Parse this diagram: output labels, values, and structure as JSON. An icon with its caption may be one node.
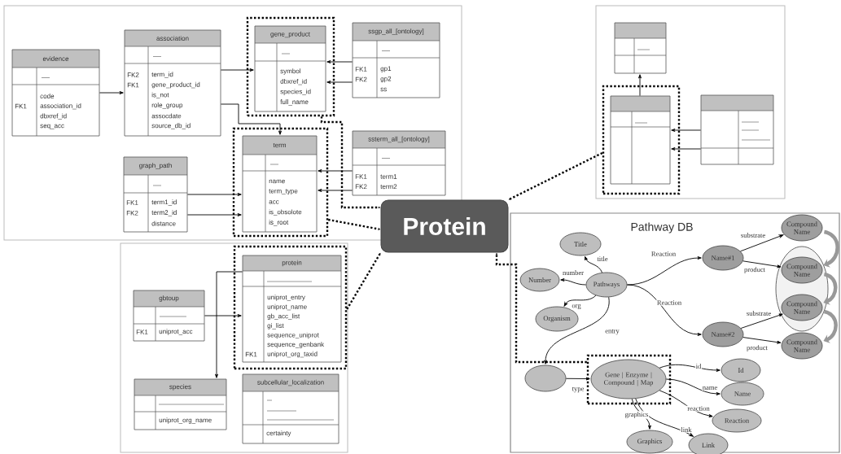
{
  "diagram": {
    "nodes": [
      {
        "text": [],
        "shape": "box"
      },
      {
        "text": [
          "evidence",
          "FK1",
          "code",
          "association_id",
          "dbxref_id",
          "seq_acc"
        ],
        "in": 0
      },
      {
        "text": [
          "association",
          "FK2",
          "FK1",
          "term_id",
          "gene_product_id",
          "is_not",
          "role_group",
          "assocdate",
          "source_db_id"
        ],
        "in": 0
      },
      {
        "text": [],
        "shape": "box",
        "in": 0
      },
      {
        "text": [
          "gene_product",
          "symbol",
          "dbxref_id",
          "species_id",
          "full_name"
        ],
        "in": 3
      },
      {
        "text": [
          "ssgp_all_[ontology]",
          "FK1",
          "FK2",
          "gp1",
          "gp2",
          "ss"
        ],
        "in": 0
      },
      {
        "text": [
          "graph_path",
          "FK1",
          "FK2",
          "term1_id",
          "term2_id",
          "distance"
        ],
        "in": 0
      },
      {
        "text": [],
        "shape": "box",
        "in": 0
      },
      {
        "text": [
          "term",
          "name",
          "term_type",
          "acc",
          "is_obsolote",
          "is_root"
        ],
        "in": 7
      },
      {
        "text": [
          "ssterm_all_[ontology]",
          "FK1",
          "FK2",
          "term1",
          "term2"
        ],
        "in": 0
      },
      {
        "text": [],
        "shape": "box"
      },
      {
        "text": [],
        "shape": "box",
        "in": 10
      },
      {
        "text": [],
        "shape": "box",
        "in": 10
      },
      {
        "text": [],
        "shape": "box",
        "in": 12
      },
      {
        "text": [],
        "shape": "box",
        "in": 10
      },
      {
        "text": [],
        "shape": "box"
      },
      {
        "text": [
          "gbtoup",
          "FK1",
          "uniprot_acc"
        ],
        "in": 15
      },
      {
        "text": [],
        "shape": "box",
        "in": 15
      },
      {
        "text": [
          "protein",
          "FK1",
          "uniprot_entry",
          "uniprot_name",
          "gb_acc_list",
          "gi_list",
          "sequence_uniprot",
          "sequence_genbank",
          "uniprot_org_taxid"
        ],
        "in": 17
      },
      {
        "text": [
          "species",
          "uniprot_org_name"
        ],
        "in": 15
      },
      {
        "text": [
          "subcellular_localization",
          "certainty"
        ],
        "in": 15
      },
      {
        "text": [
          "Protein"
        ]
      },
      {
        "text": [
          "Pathway DB"
        ]
      },
      {
        "text": [
          "Title"
        ],
        "in": 22
      },
      {
        "text": [
          "Number"
        ],
        "in": 22
      },
      {
        "text": [
          "Pathways"
        ],
        "in": 22
      },
      {
        "text": [
          "Organism"
        ],
        "in": 22
      },
      {
        "text": [
          "Name#1"
        ],
        "in": 22
      },
      {
        "text": [
          "Name#2"
        ],
        "in": 22
      },
      {
        "text": [
          "Compound Name"
        ],
        "in": 22
      },
      {
        "text": [],
        "shape": "ellipse",
        "in": 22
      },
      {
        "text": [
          "Compound Name"
        ],
        "in": 30
      },
      {
        "text": [
          "Compound Name"
        ],
        "in": 30
      },
      {
        "text": [
          "Compound Name"
        ],
        "in": 22
      },
      {
        "text": [],
        "shape": "ellipse",
        "in": 22
      },
      {
        "text": [],
        "shape": "box",
        "in": 22
      },
      {
        "text": [
          "Gene | Enzyme | Compound | Map"
        ],
        "in": 35
      },
      {
        "text": [
          "Id"
        ],
        "in": 22
      },
      {
        "text": [
          "Name"
        ],
        "in": 22
      },
      {
        "text": [
          "Reaction"
        ],
        "in": 22
      },
      {
        "text": [
          "Graphics"
        ],
        "in": 22
      },
      {
        "text": [
          "Link"
        ],
        "in": 22
      }
    ],
    "edges": [
      {
        "from": 1,
        "to": 2,
        "arrow": "to"
      },
      {
        "from": 2,
        "to": 4,
        "arrow": "to"
      },
      {
        "from": 2,
        "to": 8,
        "arrow": "to"
      },
      {
        "from": 5,
        "to": 4,
        "arrow": "to"
      },
      {
        "from": 5,
        "to": 4,
        "arrow": "to"
      },
      {
        "from": 6,
        "to": 8,
        "arrow": "to"
      },
      {
        "from": 6,
        "to": 8,
        "arrow": "to"
      },
      {
        "from": 9,
        "to": 8,
        "arrow": "to"
      },
      {
        "from": 9,
        "to": 8,
        "arrow": "to"
      },
      {
        "from": 3,
        "to": 21,
        "arrow": "to",
        "style": "dashed"
      },
      {
        "from": 7,
        "to": 21,
        "arrow": "to",
        "style": "dashed"
      },
      {
        "from": 13,
        "to": 11,
        "arrow": "to"
      },
      {
        "from": 14,
        "to": 13,
        "arrow": "to"
      },
      {
        "from": 14,
        "to": 13,
        "arrow": "to"
      },
      {
        "from": 12,
        "to": 21,
        "arrow": "to",
        "style": "dashed"
      },
      {
        "from": 16,
        "to": 18,
        "arrow": "to"
      },
      {
        "from": 18,
        "to": 19,
        "arrow": "to"
      },
      {
        "from": 17,
        "to": 21,
        "arrow": "to",
        "style": "dashed"
      },
      {
        "from": 25,
        "to": 23,
        "arrow": "to",
        "label": "title"
      },
      {
        "from": 25,
        "to": 24,
        "arrow": "to",
        "label": "number"
      },
      {
        "from": 25,
        "to": 26,
        "arrow": "to",
        "label": "org"
      },
      {
        "from": 25,
        "to": 27,
        "arrow": "to",
        "label": "Reaction"
      },
      {
        "from": 25,
        "to": 28,
        "arrow": "to",
        "label": "Reaction"
      },
      {
        "from": 27,
        "to": 29,
        "arrow": "to",
        "label": "substrate"
      },
      {
        "from": 27,
        "to": 31,
        "arrow": "to",
        "label": "product"
      },
      {
        "from": 28,
        "to": 32,
        "arrow": "to",
        "label": "substrate"
      },
      {
        "from": 28,
        "to": 33,
        "arrow": "to",
        "label": "product"
      },
      {
        "from": 25,
        "to": 34,
        "arrow": "to",
        "label": "entry"
      },
      {
        "from": 34,
        "to": 36,
        "arrow": "to",
        "label": "type"
      },
      {
        "from": 36,
        "to": 37,
        "arrow": "to",
        "label": "id"
      },
      {
        "from": 36,
        "to": 38,
        "arrow": "to",
        "label": "name"
      },
      {
        "from": 36,
        "to": 39,
        "arrow": "to",
        "label": "reaction"
      },
      {
        "from": 36,
        "to": 40,
        "arrow": "to",
        "label": "graphics"
      },
      {
        "from": 36,
        "to": 41,
        "arrow": "to",
        "label": "link"
      },
      {
        "from": 35,
        "to": 21,
        "arrow": "to",
        "style": "dashed"
      },
      {
        "from": 29,
        "to": 31,
        "arrow": "to",
        "style": "thick",
        "color": "#999999"
      },
      {
        "from": 31,
        "to": 32,
        "arrow": "to",
        "style": "thick",
        "color": "#999999"
      },
      {
        "from": 32,
        "to": 33,
        "arrow": "to",
        "style": "thick",
        "color": "#999999"
      }
    ]
  }
}
